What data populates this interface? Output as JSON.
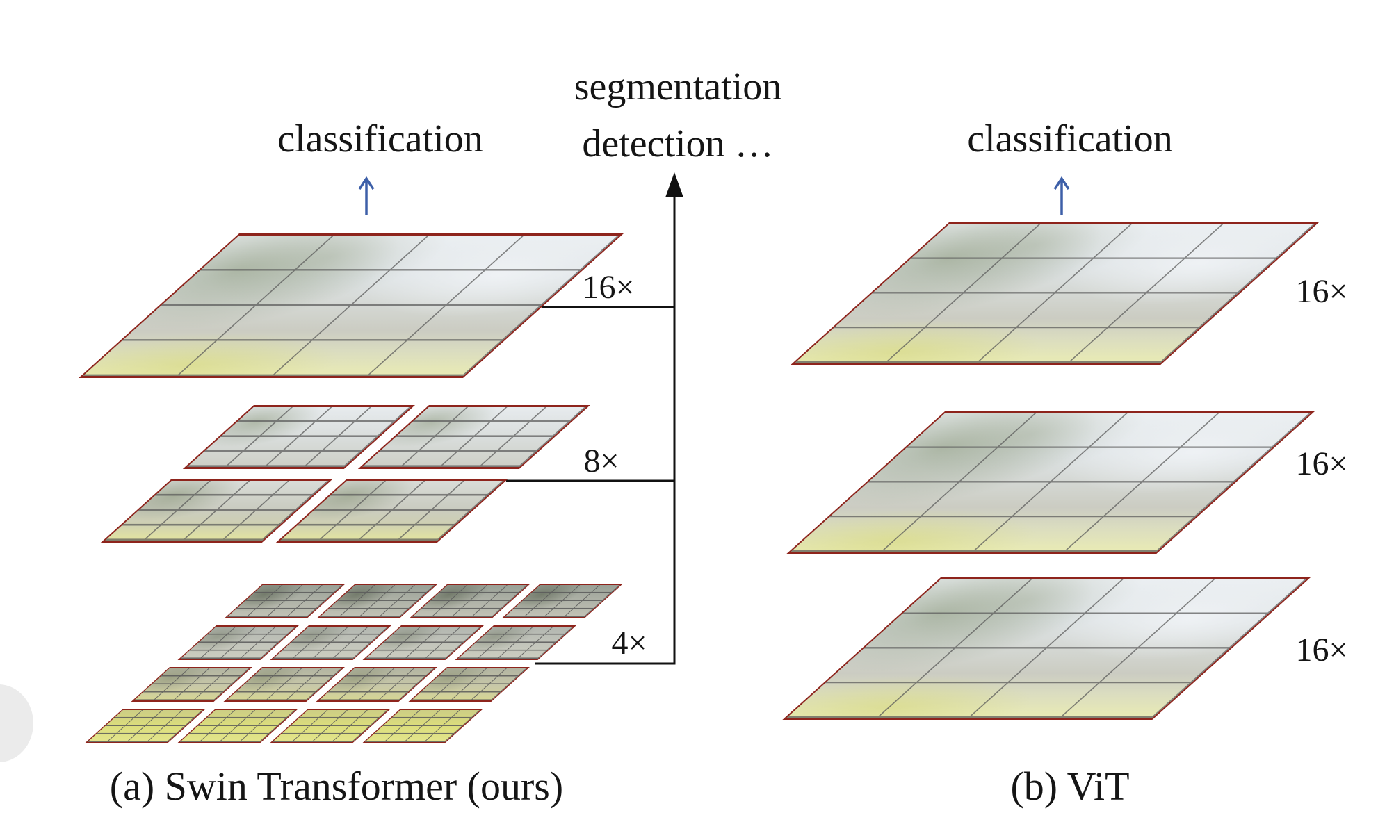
{
  "figure": {
    "tasks": {
      "line1": "segmentation",
      "line2": "detection …"
    },
    "left": {
      "classification_label": "classification",
      "scales": [
        "16×",
        "8×",
        "4×"
      ],
      "caption": "(a) Swin Transformer (ours)"
    },
    "right": {
      "classification_label": "classification",
      "scales": [
        "16×",
        "16×",
        "16×"
      ],
      "caption": "(b) ViT"
    },
    "colors": {
      "plane_border": "#8e241c",
      "grid_line": "#5a5a5a",
      "classification_arrow": "#3d5fa8",
      "pipeline_arrow": "#111111"
    }
  }
}
